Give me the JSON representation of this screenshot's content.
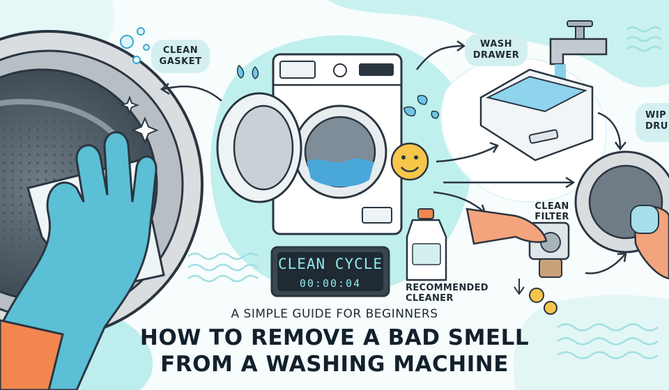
{
  "labels": {
    "gasket_line1": "CLEAN",
    "gasket_line2": "GASKET",
    "drawer_line1": "WASH",
    "drawer_line2": "DRAWER",
    "wipe_line1": "WIP",
    "wipe_line2": "DRU",
    "filter_line1": "CLEAN",
    "filter_line2": "FILTER",
    "cleaner_line1": "RECOMMENDED",
    "cleaner_line2": "CLEANER"
  },
  "display": {
    "text": "CLEAN CYCLE",
    "time": "00:00:04"
  },
  "heading": {
    "subtitle": "A SIMPLE GUIDE FOR BEGINNERS",
    "title_line1": "HOW TO REMOVE A BAD SMELL",
    "title_line2": "FROM A WASHING MACHINE"
  },
  "colors": {
    "accent": "#7fd6d6",
    "glove": "#5bbfd6",
    "sleeve": "#f2864e",
    "ink": "#12212c"
  }
}
